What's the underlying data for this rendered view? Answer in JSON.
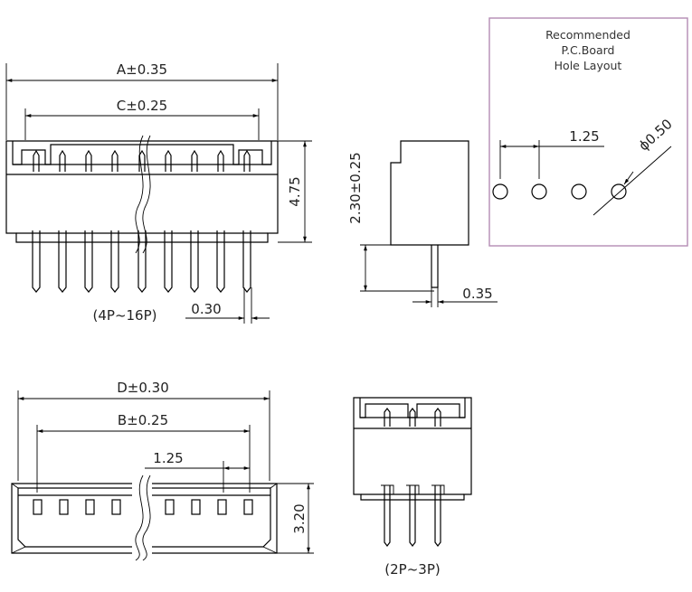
{
  "dimensions": {
    "a": "A±0.35",
    "c": "C±0.25",
    "height_4_75": "4.75",
    "pin_0_30": "0.30",
    "side_2_30": "2.30±0.25",
    "side_0_35": "0.35",
    "d": "D±0.30",
    "b": "B±0.25",
    "pitch_1_25_bottom": "1.25",
    "depth_3_20": "3.20"
  },
  "labels": {
    "range_large": "(4P~16P)",
    "range_small": "(2P~3P)"
  },
  "pcb": {
    "title_line1": "Recommended",
    "title_line2": "P.C.Board",
    "title_line3": "Hole Layout",
    "pitch": "1.25",
    "diameter": "ϕ0.50",
    "border_color": "#b48cb4"
  }
}
